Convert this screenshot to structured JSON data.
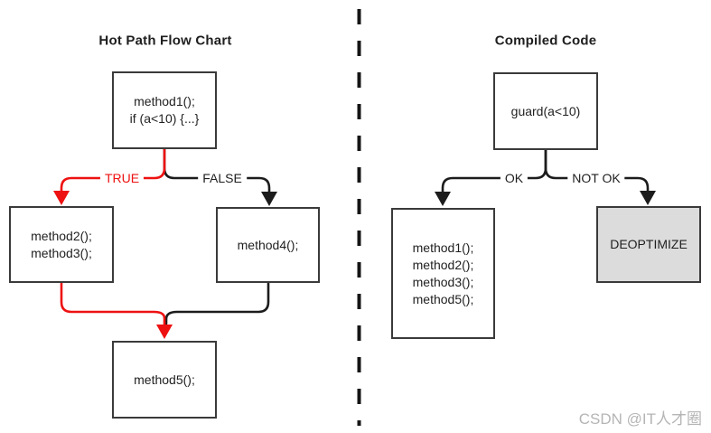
{
  "left_panel": {
    "title": "Hot Path Flow Chart",
    "box_method1": {
      "lines": [
        "method1();",
        "if (a<10) {...}"
      ]
    },
    "branch_true_label": "TRUE",
    "branch_false_label": "FALSE",
    "box_method23": {
      "lines": [
        "method2();",
        "method3();"
      ]
    },
    "box_method4": {
      "lines": [
        "method4();"
      ]
    },
    "box_method5": {
      "lines": [
        "method5();"
      ]
    }
  },
  "right_panel": {
    "title": "Compiled Code",
    "box_guard": {
      "lines": [
        "guard(a<10)"
      ]
    },
    "branch_ok_label": "OK",
    "branch_not_ok_label": "NOT OK",
    "box_compiled": {
      "lines": [
        "method1();",
        "method2();",
        "method3();",
        "method5();"
      ]
    },
    "box_deoptimize": {
      "label": "DEOPTIMIZE"
    }
  },
  "watermark": "CSDN @IT人才圈",
  "colors": {
    "hot_path": "#ee1111",
    "normal_path": "#1c1c1c",
    "deoptimize_fill": "#dcdcdc",
    "box_border": "#3a3a3a"
  }
}
